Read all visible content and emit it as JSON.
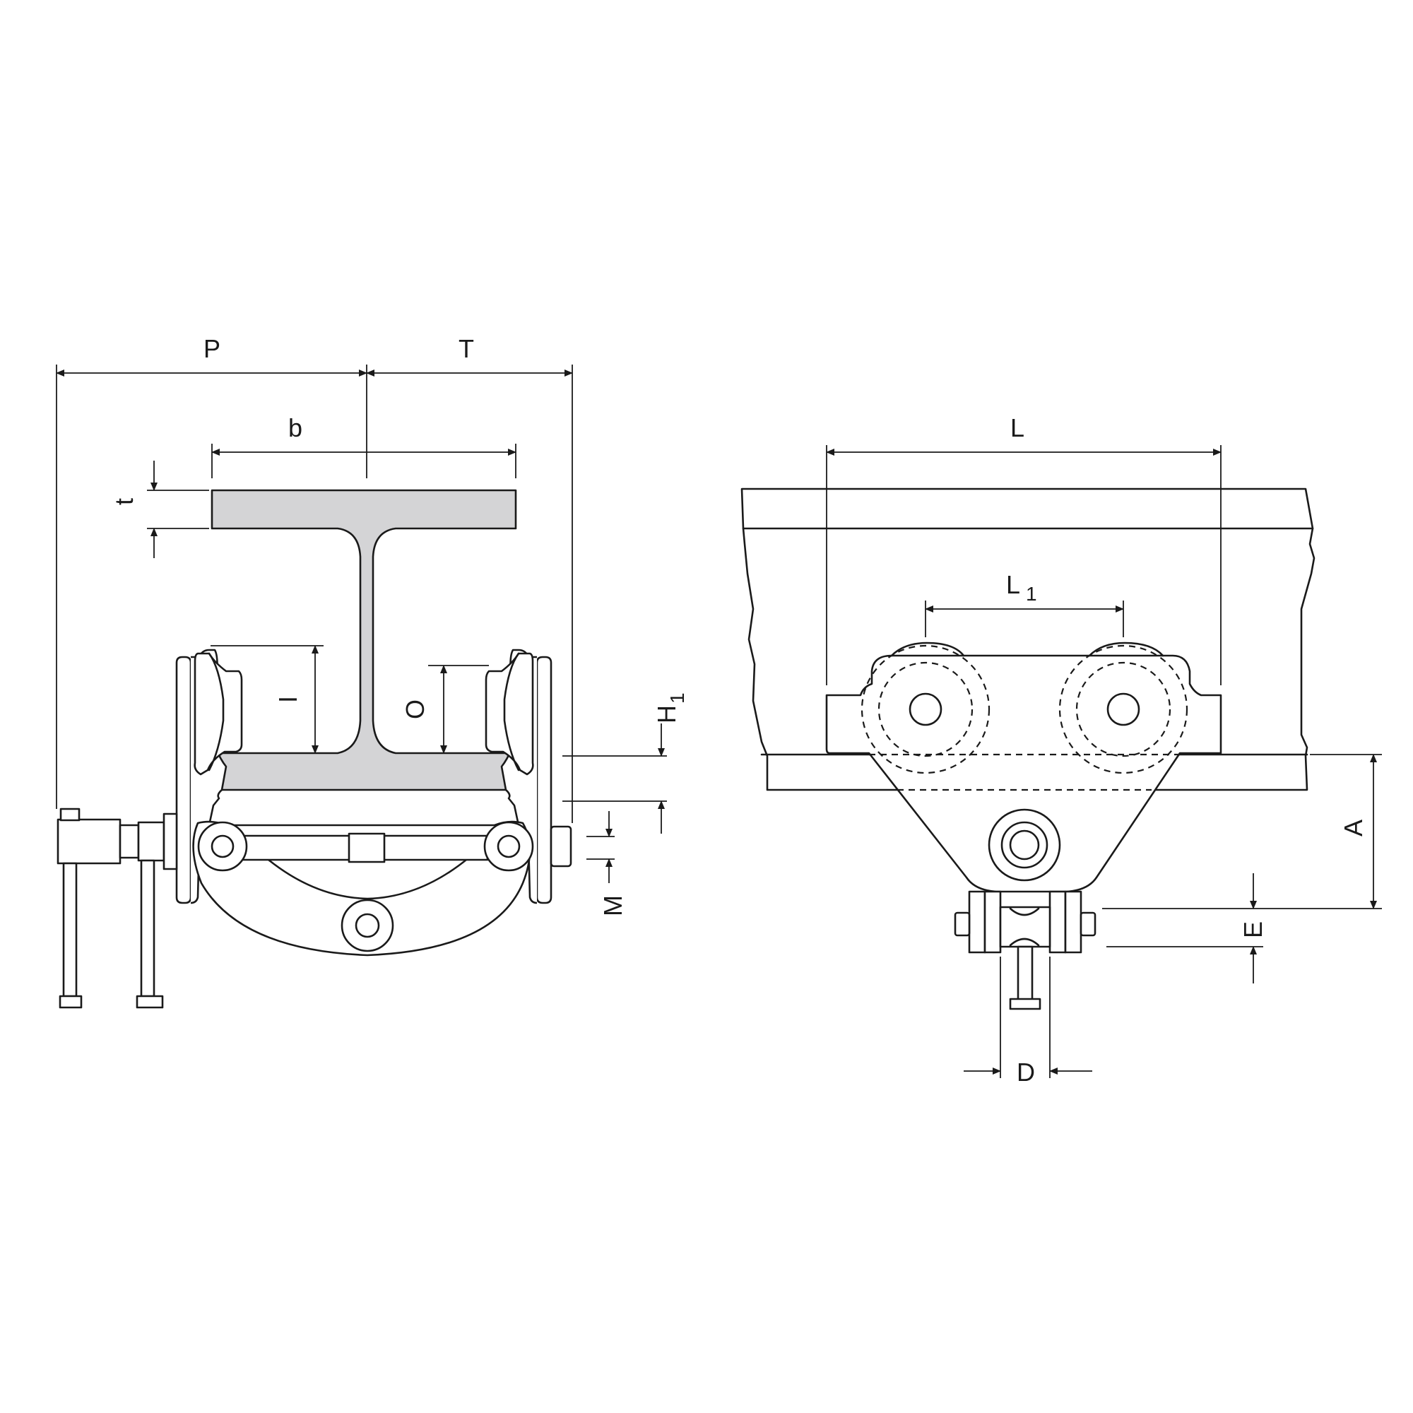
{
  "labels": {
    "P": "P",
    "T": "T",
    "b": "b",
    "t": "t",
    "I": "I",
    "O": "O",
    "H1_main": "H",
    "H1_sub": "1",
    "M": "M",
    "L": "L",
    "L1_main": "L",
    "L1_sub": "1",
    "A": "A",
    "E": "E",
    "D": "D"
  },
  "colors": {
    "line": "#1a1a1a",
    "beam_fill": "#d4d4d6",
    "background": "#ffffff"
  }
}
